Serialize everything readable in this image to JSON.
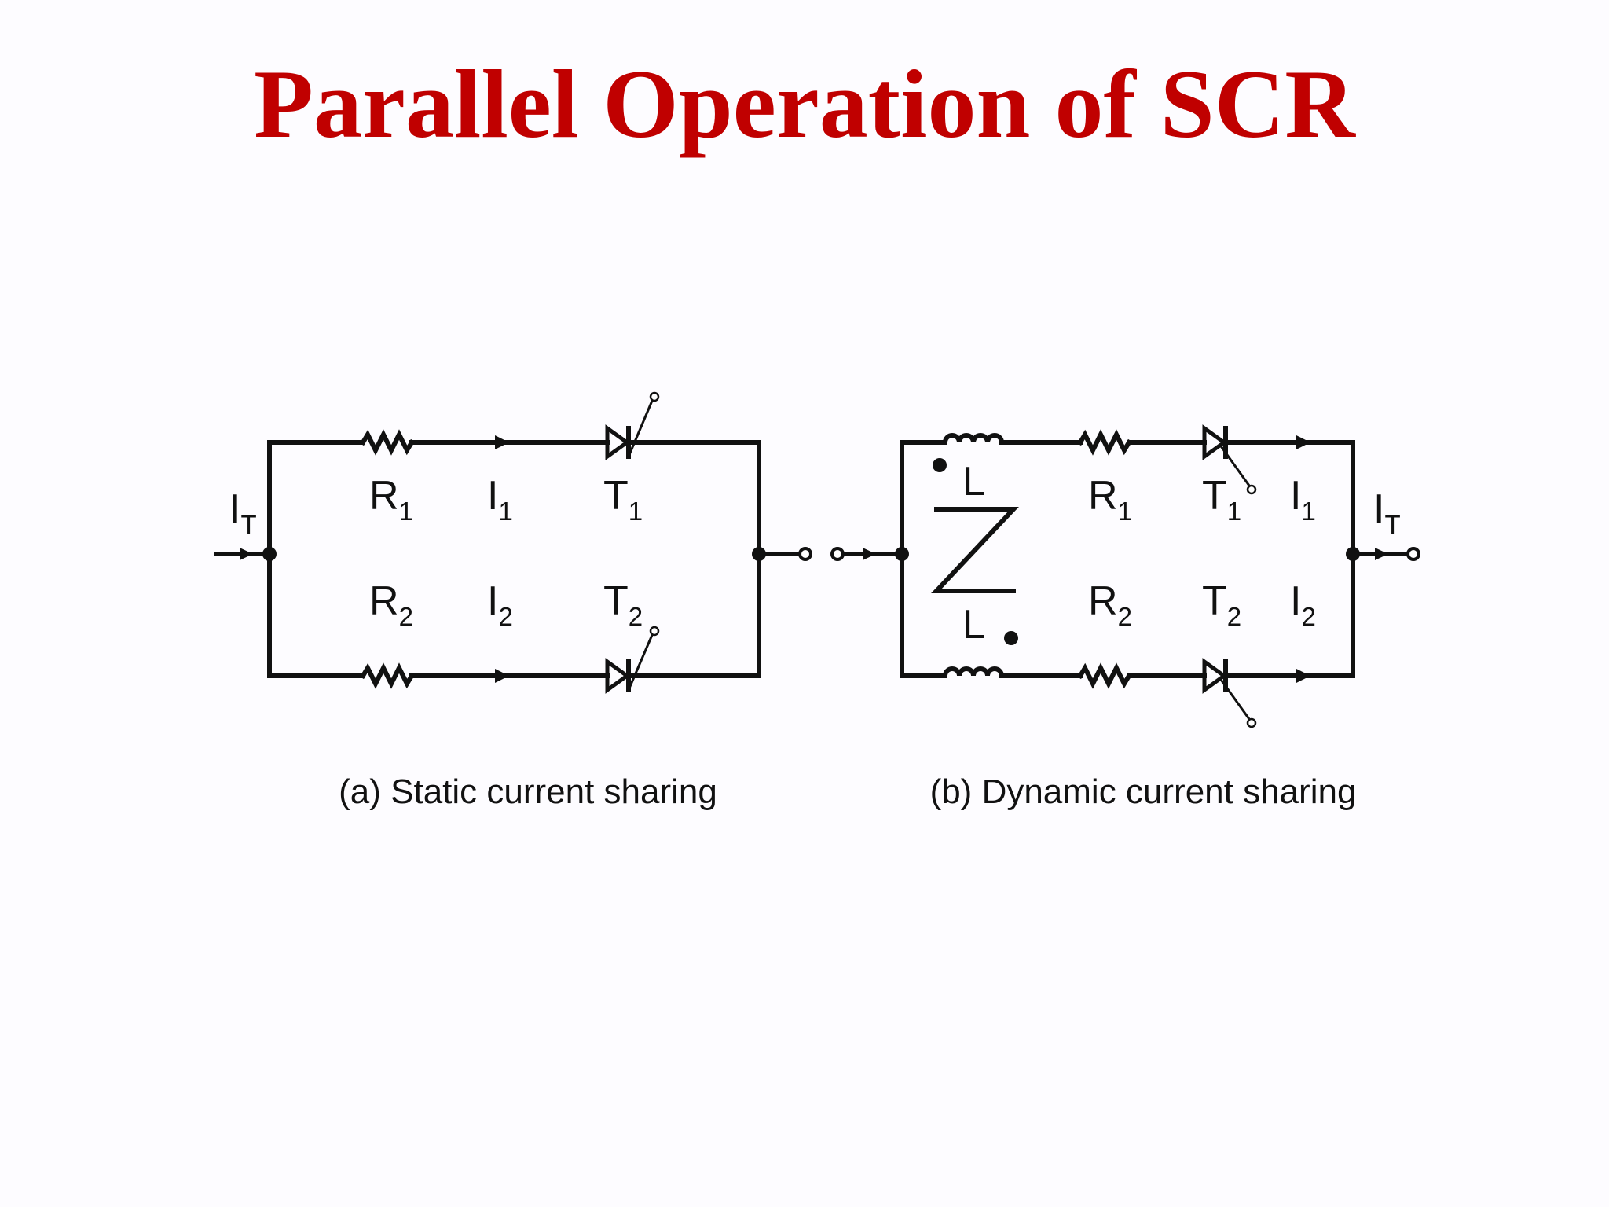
{
  "title": "Parallel Operation of SCR",
  "circuit_a": {
    "caption": "(a) Static current sharing",
    "total_current": {
      "main": "I",
      "sub": "T"
    },
    "labels": [
      {
        "main": "R",
        "sub": "1"
      },
      {
        "main": "I",
        "sub": "1"
      },
      {
        "main": "T",
        "sub": "1"
      },
      {
        "main": "R",
        "sub": "2"
      },
      {
        "main": "I",
        "sub": "2"
      },
      {
        "main": "T",
        "sub": "2"
      }
    ]
  },
  "circuit_b": {
    "caption": "(b) Dynamic current sharing",
    "total_current": {
      "main": "I",
      "sub": "T"
    },
    "inductor_top": "L",
    "inductor_bottom": "L",
    "labels": [
      {
        "main": "R",
        "sub": "1"
      },
      {
        "main": "T",
        "sub": "1"
      },
      {
        "main": "I",
        "sub": "1"
      },
      {
        "main": "R",
        "sub": "2"
      },
      {
        "main": "T",
        "sub": "2"
      },
      {
        "main": "I",
        "sub": "2"
      }
    ]
  }
}
